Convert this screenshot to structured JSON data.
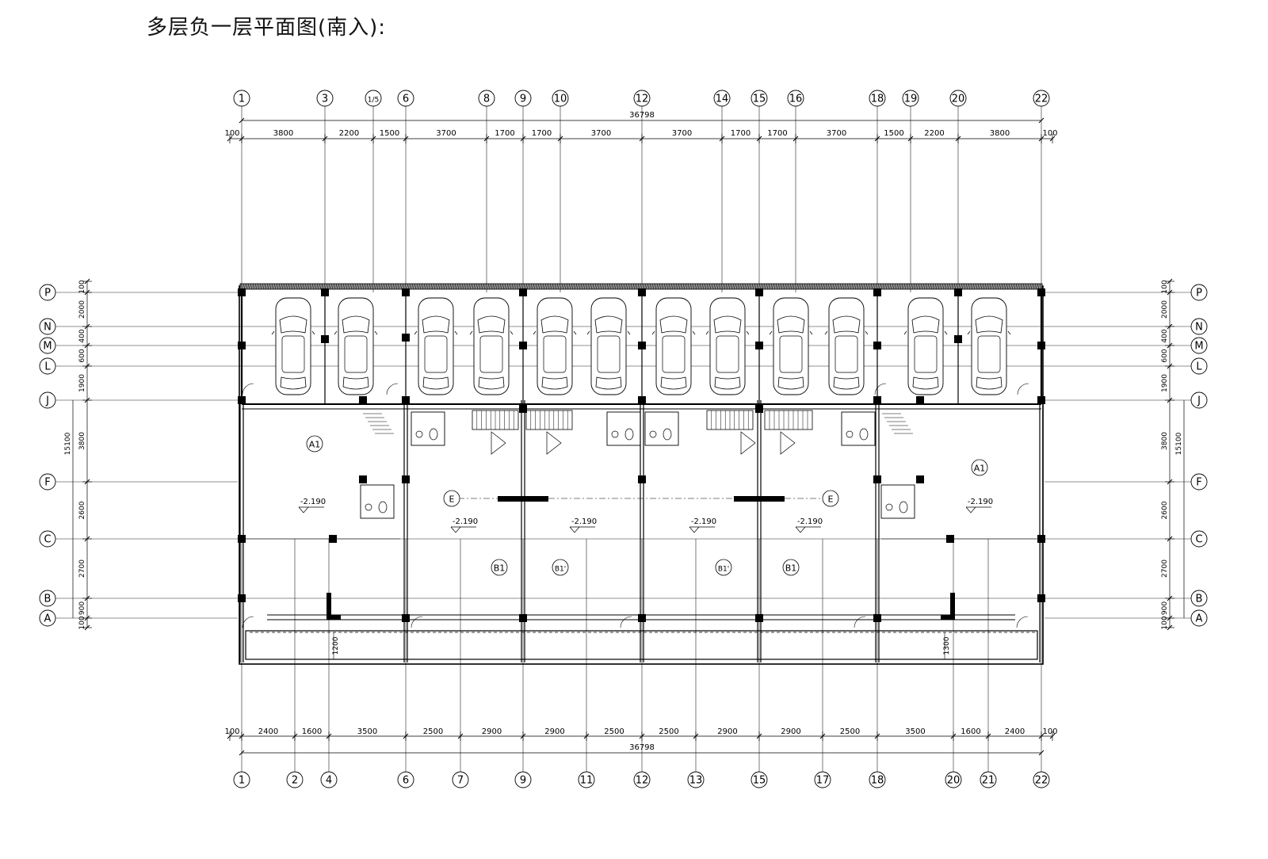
{
  "title": "多层负一层平面图(南入):",
  "top_axes": [
    "1",
    "3",
    "1/5",
    "6",
    "8",
    "9",
    "10",
    "12",
    "14",
    "15",
    "16",
    "18",
    "19",
    "20",
    "22"
  ],
  "bottom_axes": [
    "1",
    "2",
    "4",
    "6",
    "7",
    "9",
    "11",
    "12",
    "13",
    "15",
    "17",
    "18",
    "20",
    "21",
    "22"
  ],
  "left_axes": [
    "P",
    "N",
    "M",
    "L",
    "J",
    "F",
    "C",
    "B",
    "A"
  ],
  "right_axes": [
    "P",
    "N",
    "M",
    "L",
    "J",
    "F",
    "C",
    "B",
    "A"
  ],
  "total_dim": "36798",
  "top_dims": [
    "100",
    "3800",
    "2200",
    "1500",
    "3700",
    "1700",
    "1700",
    "3700",
    "3700",
    "1700",
    "1700",
    "3700",
    "1500",
    "2200",
    "3800",
    "100"
  ],
  "bottom_dims": [
    "100",
    "2400",
    "1600",
    "3500",
    "2500",
    "2900",
    "2900",
    "2500",
    "2500",
    "2900",
    "2900",
    "2500",
    "3500",
    "1600",
    "2400",
    "100"
  ],
  "vertical_dims": [
    "100",
    "2000",
    "400",
    "600",
    "1900",
    "3800",
    "2600",
    "2700",
    "900",
    "100"
  ],
  "vertical_total": "15100",
  "balcony_dims": [
    "1200",
    "1300"
  ],
  "room_labels": [
    "A1",
    "B1",
    "B1'",
    "B1'",
    "B1",
    "A1",
    "E",
    "E"
  ],
  "levels": [
    "-2.190",
    "-2.190",
    "-2.190",
    "-2.190",
    "-2.190",
    "-2.190"
  ]
}
